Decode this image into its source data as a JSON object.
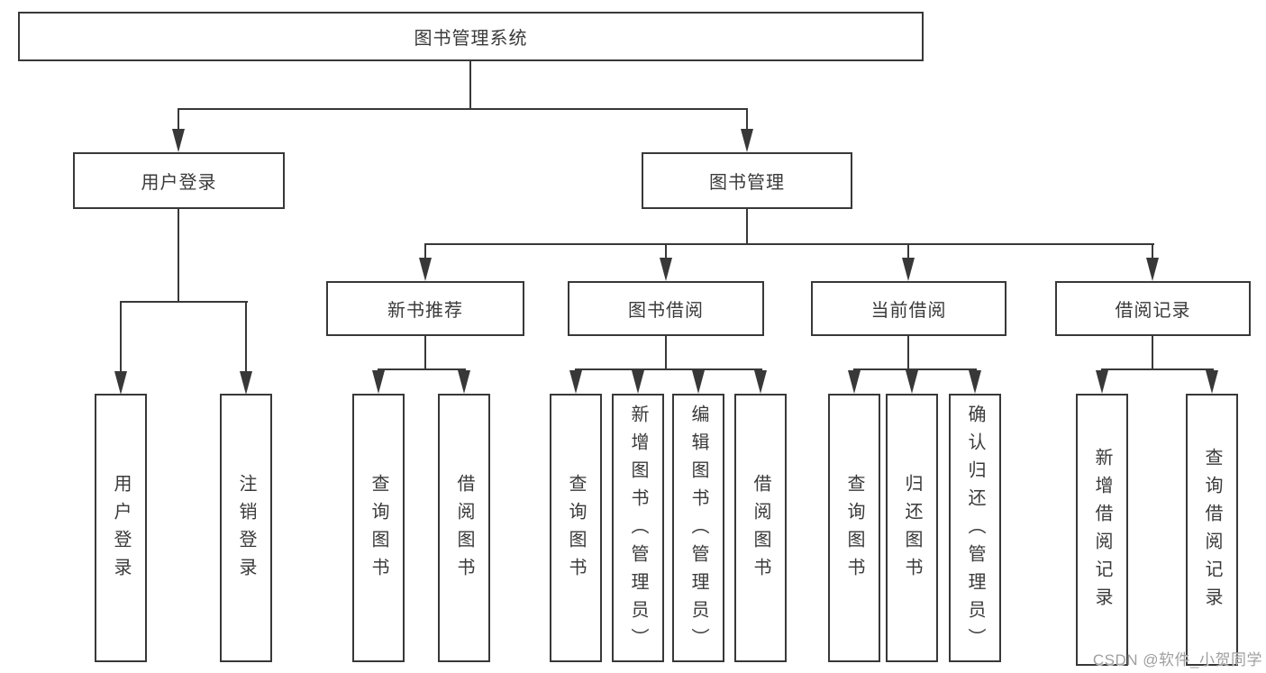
{
  "diagram_type": "tree",
  "title": "图书管理系统",
  "watermark": {
    "text": "CSDN @软件_小贺同学"
  },
  "colors": {
    "line": "#383838",
    "box_border": "#383838",
    "box_fill": "#ffffff",
    "text": "#3a3a3a",
    "watermark": "#9f9f9f",
    "background": "#ffffff"
  },
  "hierarchy": {
    "label": "图书管理系统",
    "children": [
      {
        "label": "用户登录",
        "children": [
          {
            "label": "用户登录"
          },
          {
            "label": "注销登录"
          }
        ]
      },
      {
        "label": "图书管理",
        "children": [
          {
            "label": "新书推荐",
            "children": [
              {
                "label": "查询图书"
              },
              {
                "label": "借阅图书"
              }
            ]
          },
          {
            "label": "图书借阅",
            "children": [
              {
                "label": "查询图书"
              },
              {
                "label": "新增图书（管理员）"
              },
              {
                "label": "编辑图书（管理员）"
              },
              {
                "label": "借阅图书"
              }
            ]
          },
          {
            "label": "当前借阅",
            "children": [
              {
                "label": "查询图书"
              },
              {
                "label": "归还图书"
              },
              {
                "label": "确认归还（管理员）"
              }
            ]
          },
          {
            "label": "借阅记录",
            "children": [
              {
                "label": "新增借阅记录"
              },
              {
                "label": "查询借阅记录"
              }
            ]
          }
        ]
      }
    ]
  }
}
